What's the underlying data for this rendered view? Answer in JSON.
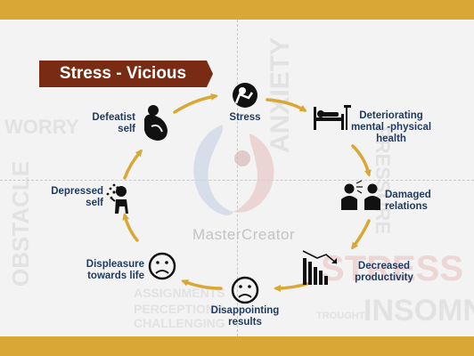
{
  "title": "Stress - Vicious Cycle",
  "watermark": "MasterCreator",
  "stages": {
    "stress": "Stress",
    "deteriorating": [
      "Deteriorating",
      "mental -physical",
      "health"
    ],
    "damaged": [
      "Damaged",
      "relations"
    ],
    "decreased": [
      "Decreased",
      "productivity"
    ],
    "disappointing": [
      "Disappointing",
      "results"
    ],
    "displeasure": [
      "Displeasure",
      "towards life"
    ],
    "depressed": [
      "Depressed",
      "self"
    ],
    "defeatist": [
      "Defeatist",
      "self"
    ]
  },
  "background_words": [
    "ASSIGNMENTS",
    "PERCEPTIONS",
    "CHALLENGING",
    "INSOMN",
    "ANXIETY",
    "STRESS",
    "OBSTACLE",
    "TROUGHT",
    "WORRY",
    "PRESSURE"
  ],
  "colors": {
    "accent_bar": "#d9a735",
    "title_bg": "#7a2b14",
    "arrow": "#d9a735",
    "label_text": "#1f3a5f",
    "icon": "#111111"
  }
}
